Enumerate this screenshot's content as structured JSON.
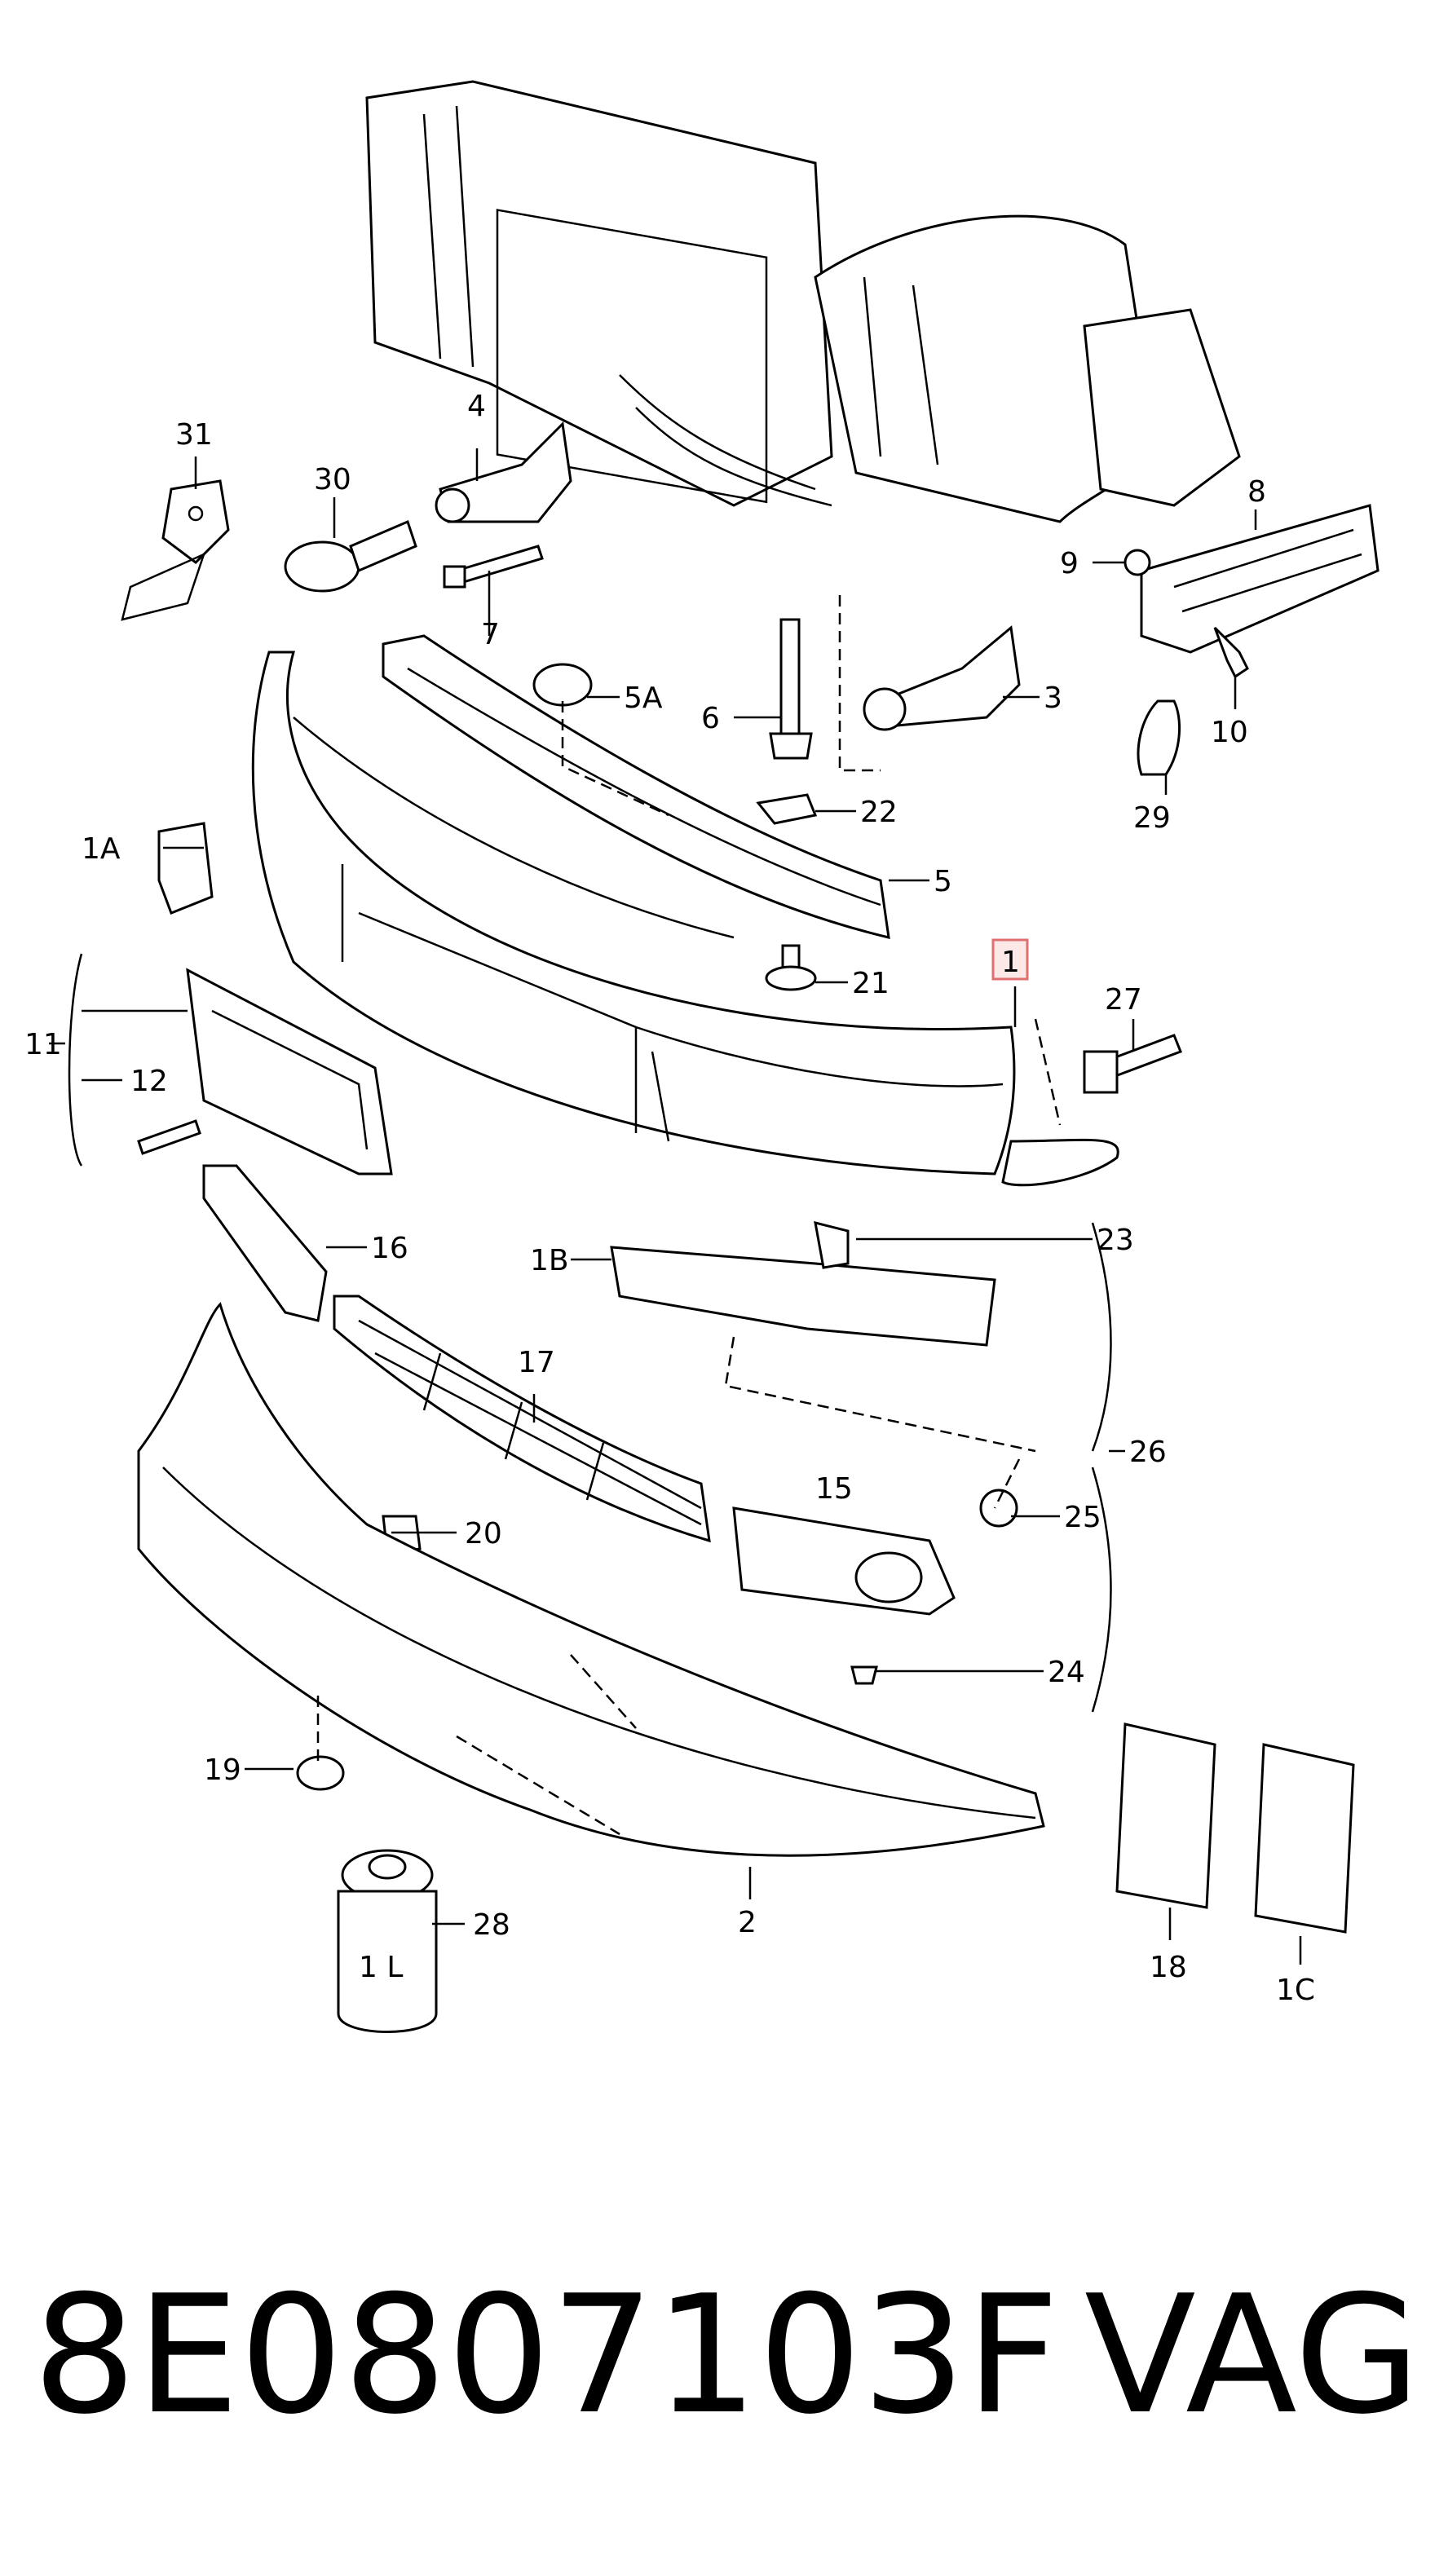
{
  "labels": {
    "p31": "31",
    "p30": "30",
    "p4": "4",
    "p7": "7",
    "p8": "8",
    "p9": "9",
    "p10": "10",
    "p29": "29",
    "p5a": "5A",
    "p6": "6",
    "p3": "3",
    "p22": "22",
    "p5": "5",
    "p1a": "1A",
    "p21": "21",
    "p1": "1",
    "p27": "27",
    "p11": "11",
    "p12": "12",
    "p16": "16",
    "p1b": "1B",
    "p23": "23",
    "p17": "17",
    "p26": "26",
    "p15": "15",
    "p20": "20",
    "p25": "25",
    "p24": "24",
    "p19": "19",
    "p2": "2",
    "p28": "28",
    "p18": "18",
    "p1c": "1C",
    "can": "1 L"
  },
  "footer": {
    "part_number": "8E0807103F",
    "brand": "VAG"
  }
}
